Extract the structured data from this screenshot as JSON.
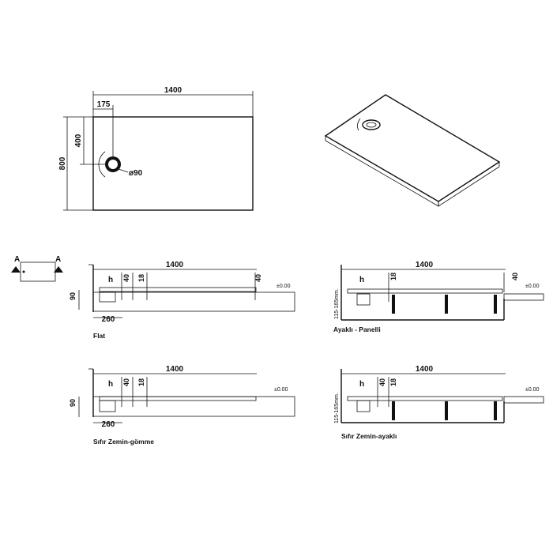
{
  "plan": {
    "length": "1400",
    "offset_x": "175",
    "offset_y": "400",
    "width": "800",
    "drain_diameter": "ø90"
  },
  "section_marker": {
    "left": "A",
    "right": "A"
  },
  "sections": {
    "flat": {
      "caption": "Flat",
      "length": "1400",
      "h": "h",
      "d40": "40",
      "d18": "18",
      "edge": "40",
      "level": "±0.00",
      "depth": "90",
      "drain_offset": "260"
    },
    "ayakli": {
      "caption": "Ayaklı - Panelli",
      "length": "1400",
      "h": "h",
      "d18": "18",
      "edge": "40",
      "level": "±0.00",
      "height_range": "115-165mm."
    },
    "gomme": {
      "caption": "Sıfır Zemin-gömme",
      "length": "1400",
      "h": "h",
      "d40": "40",
      "d18": "18",
      "level": "±0.00",
      "depth": "90",
      "drain_offset": "260"
    },
    "zemin_ayakli": {
      "caption": "Sıfır Zemin-ayaklı",
      "length": "1400",
      "h": "h",
      "d40": "40",
      "d18": "18",
      "level": "±0.00",
      "height_range": "115-165mm."
    }
  }
}
